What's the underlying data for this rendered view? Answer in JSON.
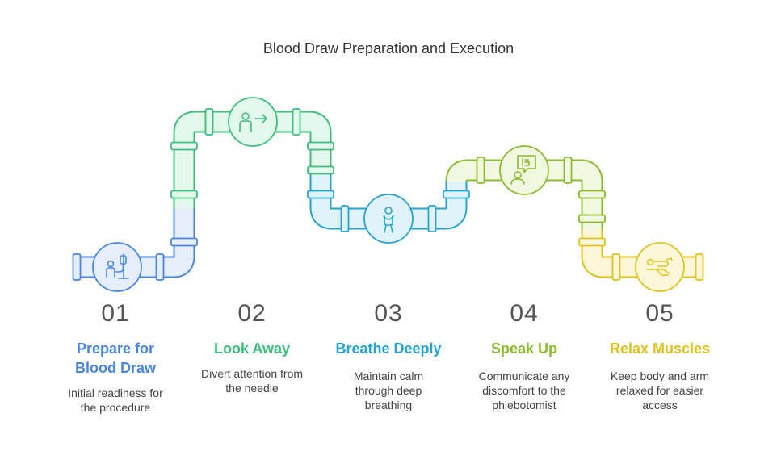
{
  "title": "Blood Draw Preparation and Execution",
  "steps": [
    {
      "number": "01",
      "label_lines": [
        "Prepare for",
        "Blood Draw"
      ],
      "description_lines": [
        "Initial readiness for",
        "the procedure"
      ],
      "color": "#4a86e0",
      "light": "#e6eefb",
      "icon": "iv-drip-person-icon"
    },
    {
      "number": "02",
      "label_lines": [
        "Look Away"
      ],
      "description_lines": [
        "Divert attention from",
        "the needle"
      ],
      "color": "#3cbf7a",
      "light": "#e4f7ec",
      "icon": "person-arrow-icon"
    },
    {
      "number": "03",
      "label_lines": [
        "Breathe Deeply"
      ],
      "description_lines": [
        "Maintain calm",
        "through deep",
        "breathing"
      ],
      "color": "#24a3d4",
      "light": "#e0f3fa",
      "icon": "standing-person-icon"
    },
    {
      "number": "04",
      "label_lines": [
        "Speak Up"
      ],
      "description_lines": [
        "Communicate any",
        "discomfort to the",
        "phlebotomist"
      ],
      "color": "#8cbc2e",
      "light": "#f1f7e1",
      "icon": "person-speech-icon"
    },
    {
      "number": "05",
      "label_lines": [
        "Relax Muscles"
      ],
      "description_lines": [
        "Keep body and arm",
        "relaxed for easier",
        "access"
      ],
      "color": "#e0c21e",
      "light": "#fcf7d9",
      "icon": "relaxed-person-icon"
    }
  ]
}
